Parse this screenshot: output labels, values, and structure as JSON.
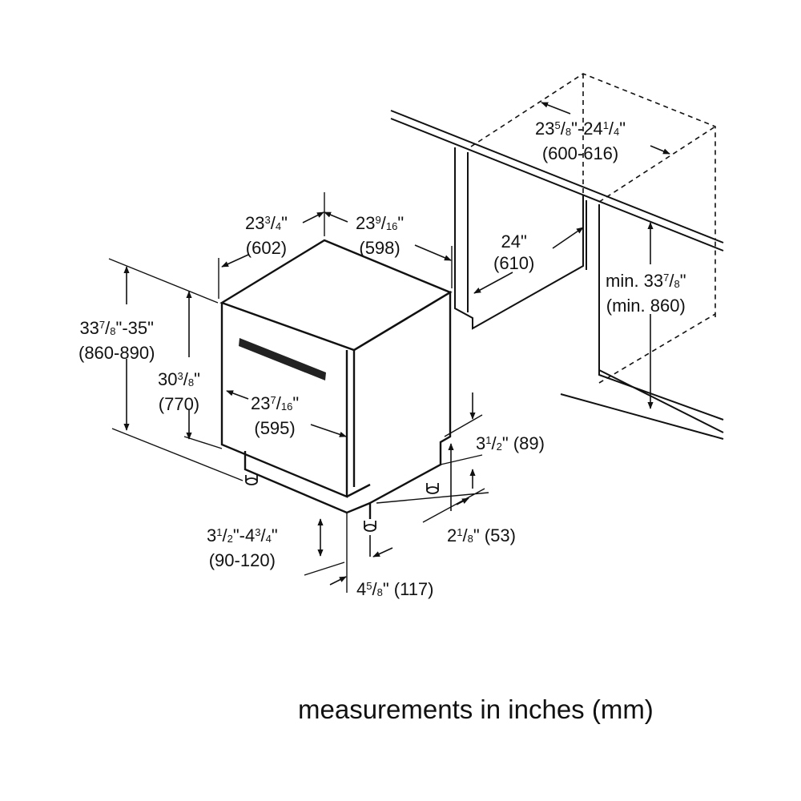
{
  "colors": {
    "line": "#111111",
    "background": "#ffffff",
    "handle": "#222222"
  },
  "labels": {
    "cabinet_depth": {
      "in_a": "23",
      "in_a_num": "5",
      "in_a_den": "8",
      "in_mid": "\"-24",
      "in_b_num": "1",
      "in_b_den": "4",
      "in_end": "\"",
      "mm": "(600-616)"
    },
    "cabinet_width": {
      "in": "24\"",
      "mm": "(610)"
    },
    "cabinet_min_height": {
      "in_a": "min. 33",
      "in_num": "7",
      "in_den": "8",
      "in_end": "\"",
      "mm": "(min. 860)"
    },
    "unit_depth": {
      "in_a": "23",
      "in_num": "3",
      "in_den": "4",
      "in_end": "\"",
      "mm": "(602)"
    },
    "unit_width": {
      "in_a": "23",
      "in_num": "9",
      "in_den": "16",
      "in_end": "\"",
      "mm": "(598)"
    },
    "overall_height": {
      "in_a": "33",
      "in_num": "7",
      "in_den": "8",
      "in_end": "\"-35\"",
      "mm": "(860-890)"
    },
    "body_height": {
      "in_a": "30",
      "in_num": "3",
      "in_den": "8",
      "in_end": "\"",
      "mm": "(770)"
    },
    "door_width": {
      "in_a": "23",
      "in_num": "7",
      "in_den": "16",
      "in_end": "\"",
      "mm": "(595)"
    },
    "toe_kick_height": {
      "in_a": "3",
      "in_num": "1",
      "in_den": "2",
      "in_end": "\" (89)"
    },
    "leg_setback": {
      "in_a": "2",
      "in_num": "1",
      "in_den": "8",
      "in_end": "\" (53)"
    },
    "foot_height": {
      "in_a": "3",
      "in_num": "1",
      "in_den": "2",
      "in_mid": "\"-4",
      "in_b_num": "3",
      "in_b_den": "4",
      "in_end": "\"",
      "mm": "(90-120)"
    },
    "foot_offset": {
      "in_a": "4",
      "in_num": "5",
      "in_den": "8",
      "in_end": "\" (117)"
    }
  },
  "caption": "measurements in inches (mm)"
}
